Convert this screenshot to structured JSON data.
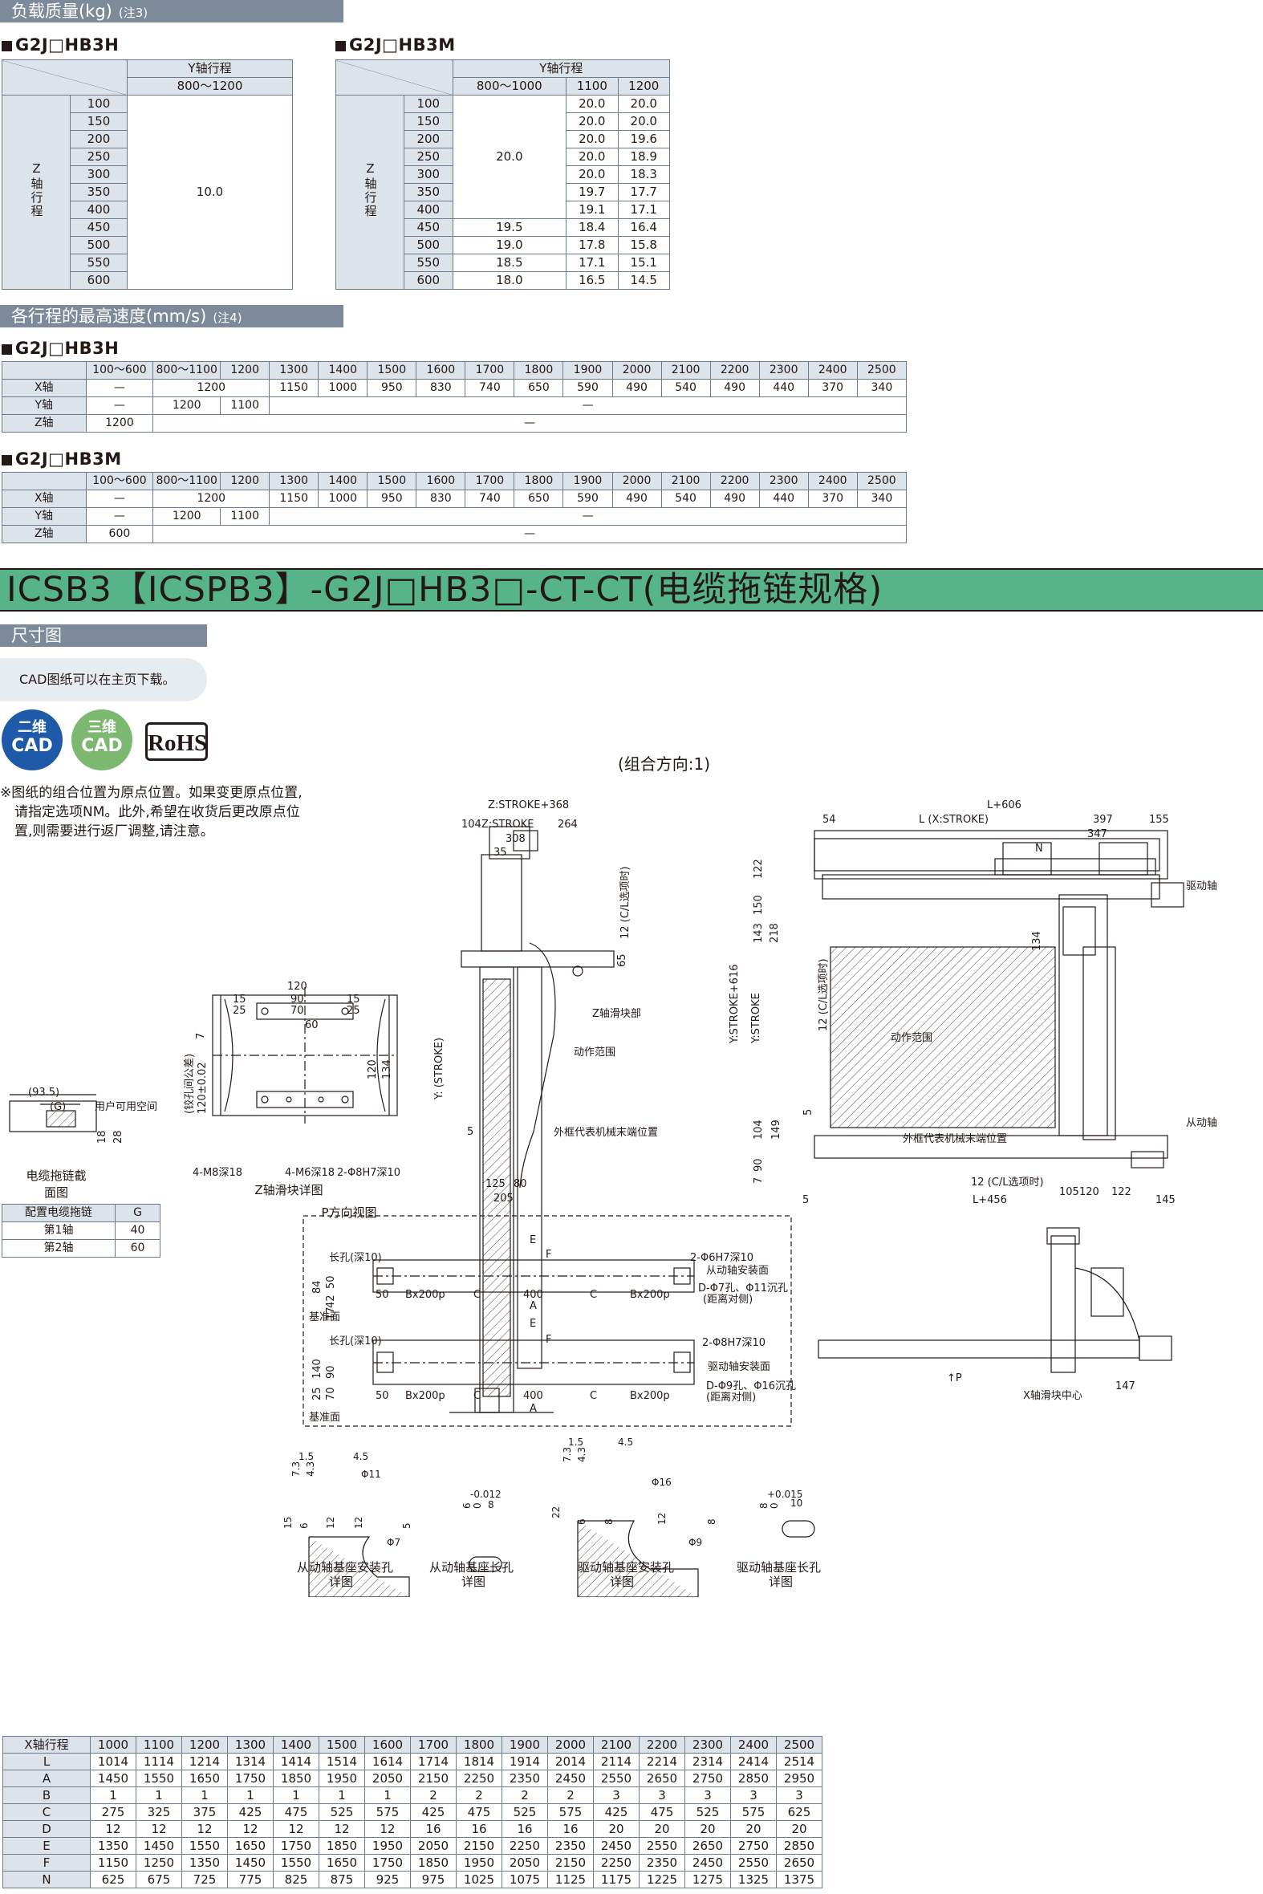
{
  "payload": {
    "header": "负载质量(kg)",
    "note": "(注3)",
    "table_h": {
      "model": "G2J□HB3H",
      "y_axis_label": "Y轴行程",
      "y_range": "800～1200",
      "z_axis_label": "Z轴行程",
      "z_rows": [
        "100",
        "150",
        "200",
        "250",
        "300",
        "350",
        "400",
        "450",
        "500",
        "550",
        "600"
      ],
      "value": "10.0"
    },
    "table_m": {
      "model": "G2J□HB3M",
      "y_axis_label": "Y轴行程",
      "y_cols": [
        "800～1000",
        "1100",
        "1200"
      ],
      "z_axis_label": "Z轴行程",
      "merged_value": "20.0",
      "rows": [
        {
          "z": "100",
          "c2": "20.0",
          "c3": "20.0"
        },
        {
          "z": "150",
          "c2": "20.0",
          "c3": "20.0"
        },
        {
          "z": "200",
          "c2": "20.0",
          "c3": "19.6"
        },
        {
          "z": "250",
          "c2": "20.0",
          "c3": "18.9"
        },
        {
          "z": "300",
          "c2": "20.0",
          "c3": "18.3"
        },
        {
          "z": "350",
          "c2": "19.7",
          "c3": "17.7"
        },
        {
          "z": "400",
          "c2": "19.1",
          "c3": "17.1"
        },
        {
          "z": "450",
          "c1": "19.5",
          "c2": "18.4",
          "c3": "16.4"
        },
        {
          "z": "500",
          "c1": "19.0",
          "c2": "17.8",
          "c3": "15.8"
        },
        {
          "z": "550",
          "c1": "18.5",
          "c2": "17.1",
          "c3": "15.1"
        },
        {
          "z": "600",
          "c1": "18.0",
          "c2": "16.5",
          "c3": "14.5"
        }
      ]
    }
  },
  "speed": {
    "header": "各行程的最高速度(mm/s)",
    "note": "(注4)",
    "cols": [
      "100～600",
      "800～1100",
      "1200",
      "1300",
      "1400",
      "1500",
      "1600",
      "1700",
      "1800",
      "1900",
      "2000",
      "2100",
      "2200",
      "2300",
      "2400",
      "2500"
    ],
    "x_vals": [
      "1150",
      "1000",
      "950",
      "830",
      "740",
      "650",
      "590",
      "490",
      "540",
      "490",
      "440",
      "370",
      "340"
    ],
    "tables": [
      {
        "model": "G2J□HB3H",
        "x_label": "X轴",
        "y_label": "Y轴",
        "z_label": "Z轴",
        "x_first": "—",
        "x_merged": "1200",
        "y_first": "—",
        "y_800": "1200",
        "y_1200": "1100",
        "y_rest": "—",
        "z_first": "1200",
        "z_rest": "—"
      },
      {
        "model": "G2J□HB3M",
        "x_label": "X轴",
        "y_label": "Y轴",
        "z_label": "Z轴",
        "x_first": "—",
        "x_merged": "1200",
        "y_first": "—",
        "y_800": "1200",
        "y_1200": "1100",
        "y_rest": "—",
        "z_first": "600",
        "z_rest": "—"
      }
    ]
  },
  "product_title": "ICSB3【ICSPB3】-G2J□HB3□-CT-CT(电缆拖链规格)",
  "dimension_header": "尺寸图",
  "cad_note": "CAD图纸可以在主页下载。",
  "badges": {
    "cad2_a": "二维",
    "cad2_b": "CAD",
    "cad3_a": "三维",
    "cad3_b": "CAD",
    "rohs": "RoHS"
  },
  "combo_dir": "(组合方向:1)",
  "origin_note": [
    "※图纸的组合位置为原点位置。如果变更原点位置,",
    "请指定选项NM。此外,希望在收货后更改原点位",
    "置,则需要进行返厂调整,请注意。"
  ],
  "drawing": {
    "side_labels": [
      "Z:STROKE+368",
      "104",
      "Z:STROKE",
      "264",
      "308",
      "35",
      "12 (C/L选项时)",
      "65",
      "Z轴滑块部",
      "动作范围",
      "Y: (STROKE)",
      "外框代表机械末端位置",
      "5",
      "125",
      "80",
      "205"
    ],
    "front_labels": [
      "L+606",
      "54",
      "L (X:STROKE)",
      "397",
      "155",
      "347",
      "N",
      "驱动轴",
      "Y:STROKE+616",
      "Y:STROKE",
      "122",
      "150",
      "143",
      "218",
      "134",
      "12 (C/L选项时)",
      "动作范围",
      "5",
      "104",
      "149",
      "90",
      "7",
      "外框代表机械末端位置",
      "从动轴",
      "12 (C/L选项时)",
      "5",
      "L+456",
      "105",
      "120",
      "122",
      "145"
    ],
    "slider_labels": [
      "120",
      "15",
      "90",
      "15",
      "25",
      "70",
      "25",
      "60",
      "7",
      "120",
      "134",
      "(铰孔间公差)",
      "120±0.02",
      "4-M8深18",
      "4-M6深18",
      "2-Φ8H7深10",
      "Z轴滑块详图"
    ],
    "cable_labels": [
      "(93.5)",
      "(G)",
      "用户可用空间",
      "18",
      "28",
      "电缆拖链截面图"
    ]
  },
  "cable_table": {
    "h1": "配置电缆拖链",
    "h2": "G",
    "rows": [
      {
        "k": "第1轴",
        "v": "40"
      },
      {
        "k": "第2轴",
        "v": "60"
      }
    ]
  },
  "pview": {
    "title": "P方向视图",
    "top_labels": [
      "长孔(深10)",
      "E",
      "F",
      "2-Φ6H7深10",
      "从动轴安装面",
      "D-Φ7孔、Φ11沉孔",
      "(距离对侧)",
      "84",
      "50",
      "42",
      "17",
      "50",
      "Bx200p",
      "C",
      "400",
      "C",
      "Bx200p",
      "A",
      "基准面"
    ],
    "bot_labels": [
      "长孔(深10)",
      "E",
      "F",
      "2-Φ8H7深10",
      "驱动轴安装面",
      "D-Φ9孔、Φ16沉孔",
      "(距离对侧)",
      "140",
      "90",
      "25",
      "70",
      "50",
      "Bx200p",
      "C",
      "400",
      "C",
      "Bx200p",
      "A",
      "基准面"
    ],
    "side_labels": [
      "↑P",
      "X轴滑块中心",
      "147"
    ]
  },
  "details": [
    {
      "caption": [
        "从动轴基座安装孔",
        "详图"
      ],
      "labels": [
        "1.5",
        "4.5",
        "7.3",
        "4.3",
        "Φ11",
        "15",
        "6",
        "12",
        "12",
        "Φ7",
        "5"
      ]
    },
    {
      "caption": [
        "从动轴基座长孔",
        "详图"
      ],
      "labels": [
        "6",
        "0",
        "-0.012",
        "8"
      ]
    },
    {
      "caption": [
        "驱动轴基座安装孔",
        "详图"
      ],
      "labels": [
        "1.5",
        "4.5",
        "7.3",
        "4.3",
        "Φ16",
        "22",
        "6",
        "8",
        "12",
        "Φ9",
        "8"
      ]
    },
    {
      "caption": [
        "驱动轴基座长孔",
        "详图"
      ],
      "labels": [
        "8",
        "0",
        "+0.015",
        "10"
      ]
    }
  ],
  "dim_table": {
    "header": [
      "X轴行程",
      "1000",
      "1100",
      "1200",
      "1300",
      "1400",
      "1500",
      "1600",
      "1700",
      "1800",
      "1900",
      "2000",
      "2100",
      "2200",
      "2300",
      "2400",
      "2500"
    ],
    "rows": [
      [
        "L",
        "1014",
        "1114",
        "1214",
        "1314",
        "1414",
        "1514",
        "1614",
        "1714",
        "1814",
        "1914",
        "2014",
        "2114",
        "2214",
        "2314",
        "2414",
        "2514"
      ],
      [
        "A",
        "1450",
        "1550",
        "1650",
        "1750",
        "1850",
        "1950",
        "2050",
        "2150",
        "2250",
        "2350",
        "2450",
        "2550",
        "2650",
        "2750",
        "2850",
        "2950"
      ],
      [
        "B",
        "1",
        "1",
        "1",
        "1",
        "1",
        "1",
        "1",
        "2",
        "2",
        "2",
        "2",
        "3",
        "3",
        "3",
        "3",
        "3"
      ],
      [
        "C",
        "275",
        "325",
        "375",
        "425",
        "475",
        "525",
        "575",
        "425",
        "475",
        "525",
        "575",
        "425",
        "475",
        "525",
        "575",
        "625"
      ],
      [
        "D",
        "12",
        "12",
        "12",
        "12",
        "12",
        "12",
        "12",
        "16",
        "16",
        "16",
        "16",
        "20",
        "20",
        "20",
        "20",
        "20"
      ],
      [
        "E",
        "1350",
        "1450",
        "1550",
        "1650",
        "1750",
        "1850",
        "1950",
        "2050",
        "2150",
        "2250",
        "2350",
        "2450",
        "2550",
        "2650",
        "2750",
        "2850"
      ],
      [
        "F",
        "1150",
        "1250",
        "1350",
        "1450",
        "1550",
        "1650",
        "1750",
        "1850",
        "1950",
        "2050",
        "2150",
        "2250",
        "2350",
        "2450",
        "2550",
        "2650"
      ],
      [
        "N",
        "625",
        "675",
        "725",
        "775",
        "825",
        "875",
        "925",
        "975",
        "1025",
        "1075",
        "1125",
        "1175",
        "1225",
        "1275",
        "1325",
        "1375"
      ]
    ]
  }
}
